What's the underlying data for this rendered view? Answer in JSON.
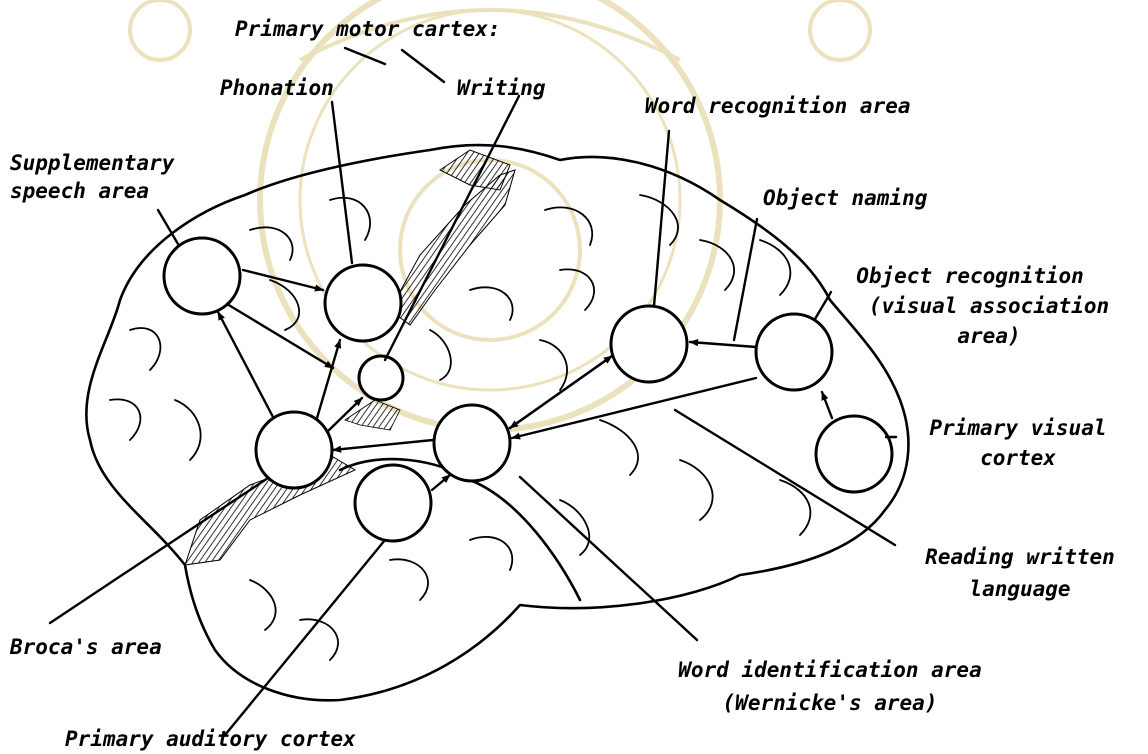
{
  "labels": {
    "primary_motor": "Primary motor cartex:",
    "phonation": "Phonation",
    "writing": "Writing",
    "word_recognition": "Word recognition area",
    "supplementary_1": "Supplementary",
    "supplementary_2": "speech area",
    "object_naming": "Object naming",
    "object_recognition_1": "Object recognition",
    "object_recognition_2": "(visual association",
    "object_recognition_3": "area)",
    "primary_visual_1": "Primary visual",
    "primary_visual_2": "cortex",
    "reading_1": "Reading written",
    "reading_2": "language",
    "broca": "Broca's area",
    "word_identification_1": "Word identification area",
    "word_identification_2": "(Wernicke's area)",
    "primary_auditory": "Primary auditory cortex"
  },
  "colors": {
    "ink": "#000000",
    "background": "#ffffff",
    "watermark": "#e8ddb2"
  },
  "icons": [
    "university-seal-watermark"
  ]
}
